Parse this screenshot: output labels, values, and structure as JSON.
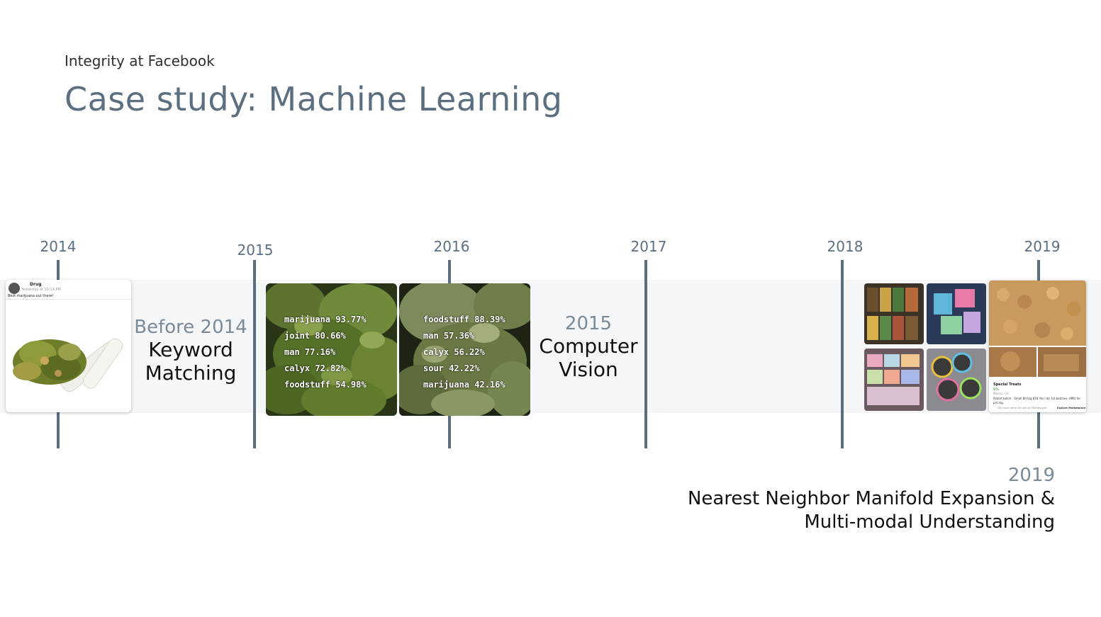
{
  "header": {
    "subtitle": "Integrity at Facebook",
    "title": "Case study: Machine Learning"
  },
  "timeline": {
    "years": [
      "2014",
      "2015",
      "2016",
      "2017",
      "2018",
      "2019"
    ]
  },
  "post_card": {
    "author": "Drug",
    "meta": "Yesterday at 10:14 PM",
    "text": "Best marijuana out there!"
  },
  "milestones": {
    "keyword": {
      "year": "Before 2014",
      "line1": "Keyword",
      "line2": "Matching"
    },
    "cv": {
      "year": "2015",
      "line1": "Computer",
      "line2": "Vision"
    },
    "nn": {
      "year": "2019",
      "line1": "Nearest Neighbor Manifold Expansion &",
      "line2": "Multi-modal Understanding"
    }
  },
  "cv_panels": [
    {
      "labels": [
        "marijuana 93.77%",
        "joint 80.66%",
        "man 77.16%",
        "calyx 72.82%",
        "foodstuff 54.98%"
      ]
    },
    {
      "labels": [
        "foodstuff 88.39%",
        "man 57.36%",
        "calyx 56.22%",
        "sour 42.22%",
        "marijuana 42.16%"
      ]
    }
  ],
  "listing_card": {
    "title": "Special Treats",
    "price": "$%",
    "location": "Macon, GA",
    "desc": "Potent batch . Small Bit big 818 Yes I do 1st batches, HMU for pricing.",
    "footer": "See more items for sale on Marketplace",
    "button": "Explore Marketplace"
  },
  "colors": {
    "accent": "#5a6e80",
    "band": "#f4f6f8",
    "title": "#5c6f80"
  }
}
